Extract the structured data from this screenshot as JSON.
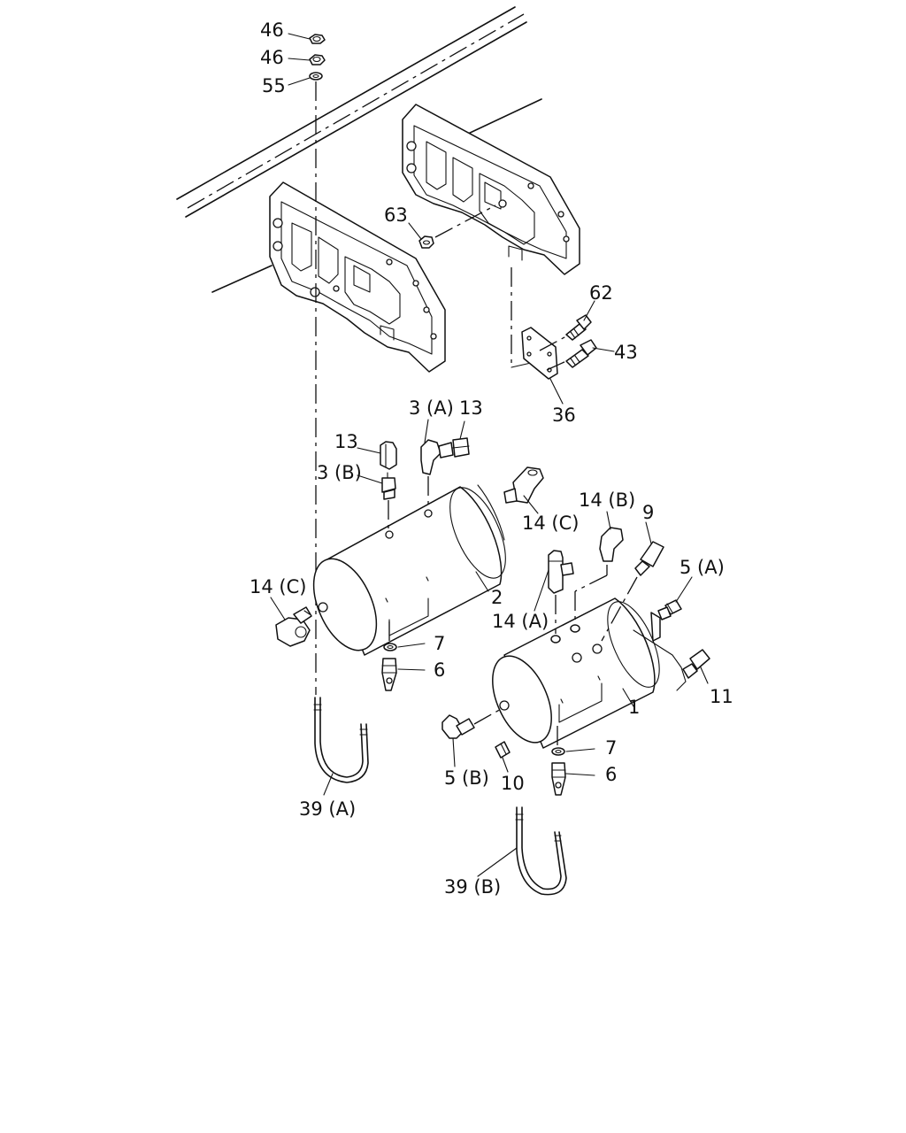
{
  "labels": {
    "nut_top": "46",
    "nut_second": "46",
    "washer_top": "55",
    "nut_bracket": "63",
    "bolt_upper": "62",
    "bolt_lower": "43",
    "plate": "36",
    "elbow_3a": "3 (A)",
    "connector_13_right": "13",
    "connector_13_left": "13",
    "fitting_3b": "3 (B)",
    "elbow_14c_right": "14 (C)",
    "elbow_14b": "14 (B)",
    "valve_9": "9",
    "plug_5a": "5 (A)",
    "elbow_14c_left": "14 (C)",
    "tank_2": "2",
    "tee_14a": "14 (A)",
    "washer_7_left": "7",
    "drain_6_left": "6",
    "valve_11": "11",
    "tank_1": "1",
    "washer_7_right": "7",
    "elbow_5b": "5 (B)",
    "plug_10": "10",
    "drain_6_right": "6",
    "u_bolt_39a": "39 (A)",
    "u_bolt_39b": "39 (B)"
  }
}
